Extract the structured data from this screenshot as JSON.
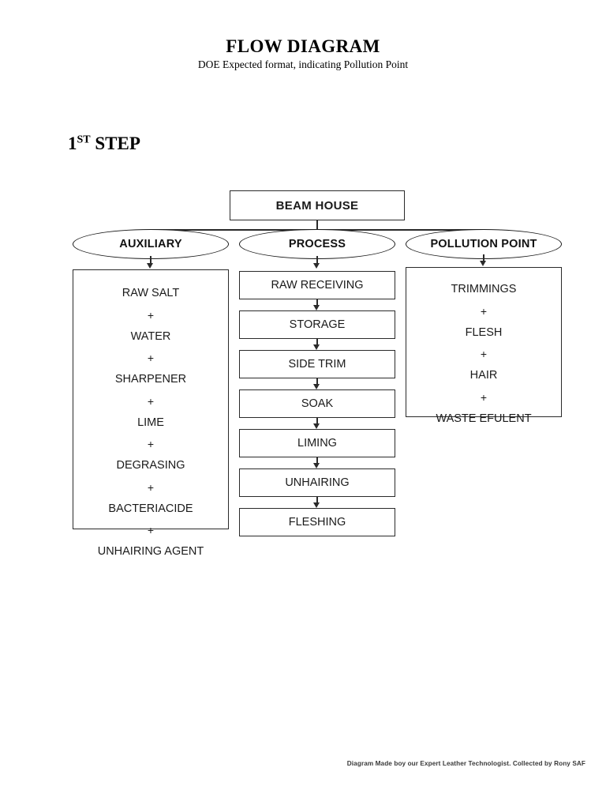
{
  "document": {
    "title": "FLOW DIAGRAM",
    "subtitle": "DOE Expected format, indicating Pollution Point",
    "step_heading_number": "1",
    "step_heading_sup": "ST",
    "step_heading_word": "STEP",
    "footer": "Diagram Made boy our Expert Leather Technologist. Collected by Rony SAF"
  },
  "diagram": {
    "root": {
      "label": "BEAM HOUSE"
    },
    "branches": [
      {
        "label": "AUXILIARY"
      },
      {
        "label": "PROCESS"
      },
      {
        "label": "POLLUTION POINT"
      }
    ],
    "auxiliary_items": [
      "RAW SALT",
      "WATER",
      "SHARPENER",
      "LIME",
      "DEGRASING",
      "BACTERIACIDE",
      "UNHAIRING AGENT"
    ],
    "process_steps": [
      "RAW RECEIVING",
      "STORAGE",
      "SIDE TRIM",
      "SOAK",
      "LIMING",
      "UNHAIRING",
      "FLESHING"
    ],
    "pollution_items": [
      "TRIMMINGS",
      "FLESH",
      "HAIR",
      "WASTE EFULENT"
    ],
    "separator": "+",
    "colors": {
      "stroke": "#2a2a2a",
      "text": "#1a1a1a",
      "background": "#ffffff"
    }
  }
}
